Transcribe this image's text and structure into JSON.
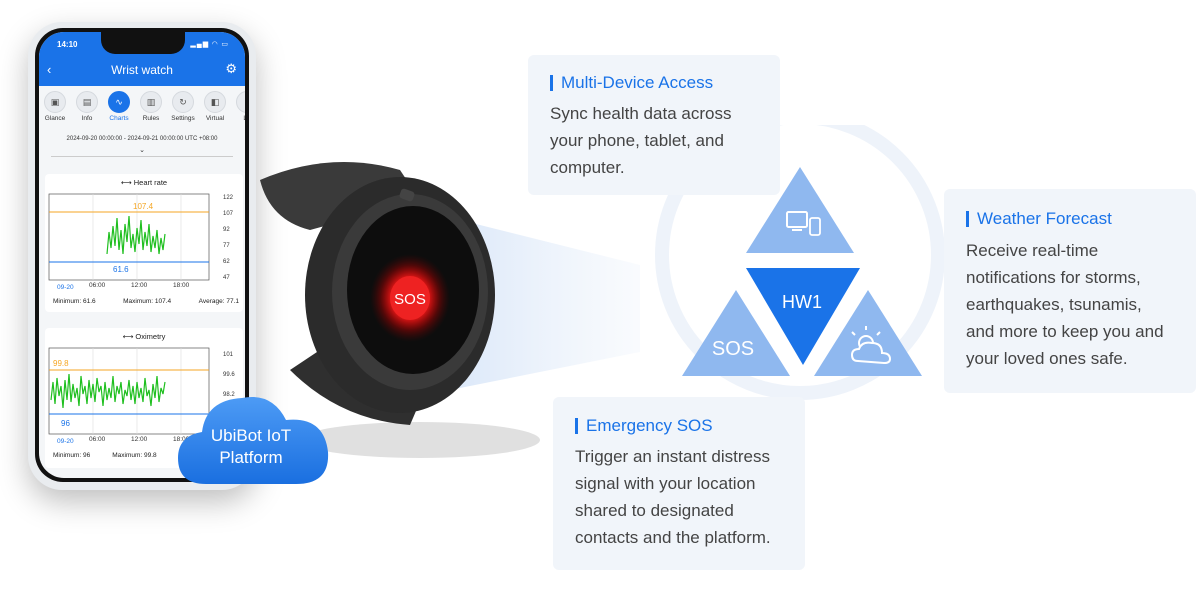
{
  "phone": {
    "status_time": "14:10",
    "app_title": "Wrist watch",
    "tabs": [
      {
        "label": "Glance",
        "icon": "glance-icon"
      },
      {
        "label": "Info",
        "icon": "info-icon"
      },
      {
        "label": "Charts",
        "icon": "chart-icon"
      },
      {
        "label": "Rules",
        "icon": "rules-icon"
      },
      {
        "label": "Settings",
        "icon": "settings-icon"
      },
      {
        "label": "Virtual",
        "icon": "virtual-icon"
      },
      {
        "label": "Lo",
        "icon": "log-icon"
      }
    ],
    "active_tab": "Charts",
    "date_range": "2024-09-20 00:00:00 - 2024-09-21 00:00:00 UTC +08:00",
    "heart_rate": {
      "title": "Heart rate",
      "y_ticks": [
        "122",
        "107",
        "92",
        "77",
        "62",
        "47"
      ],
      "x_ticks": [
        "09-20",
        "06:00",
        "12:00",
        "18:00"
      ],
      "max_label": "107.4",
      "min_label": "61.6",
      "minimum": "Minimum: 61.6",
      "maximum": "Maximum: 107.4",
      "average": "Average: 77.1"
    },
    "oximetry": {
      "title": "Oximetry",
      "y_ticks": [
        "101",
        "99.6",
        "98.2"
      ],
      "x_ticks": [
        "09-20",
        "06:00",
        "12:00",
        "18:00"
      ],
      "max_label": "99.8",
      "min_label": "96",
      "minimum": "Minimum: 96",
      "maximum": "Maximum: 99.8"
    }
  },
  "cloud_label_line1": "UbiBot IoT",
  "cloud_label_line2": "Platform",
  "watch_screen_text": "SOS",
  "features": {
    "multi_device": {
      "title": "Multi-Device Access",
      "lines": [
        "Sync health data across",
        "your phone, tablet, and",
        "computer."
      ]
    },
    "weather": {
      "title": "Weather Forecast",
      "lines": [
        "Receive real-time",
        "notifications for storms,",
        "earthquakes, tsunamis,",
        "and more to keep you and",
        "your loved ones safe."
      ]
    },
    "sos": {
      "title": "Emergency SOS",
      "lines": [
        "Trigger an instant distress",
        "signal with your location",
        "shared to designated",
        "contacts and the platform."
      ]
    }
  },
  "diagram": {
    "center_label": "HW1",
    "left_label": "SOS"
  },
  "colors": {
    "brand_blue": "#1a73e8",
    "light_blue": "#8fb8ef",
    "orange": "#f5a623",
    "chart_green": "#1fbf1f"
  }
}
